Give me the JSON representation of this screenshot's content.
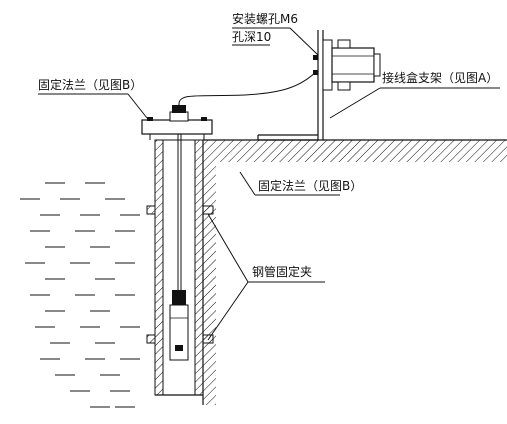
{
  "labels": {
    "mount_hole": "安装螺孔M6",
    "hole_depth": "孔深10",
    "flange_top": "固定法兰（见图B）",
    "junction_bracket": "接线盒支架（见图A）",
    "flange_bottom": "固定法兰（见图B）",
    "pipe_clamp": "钢管固定夹"
  },
  "colors": {
    "line": "#111111",
    "fill_light": "#d8d8d8",
    "background": "#ffffff"
  }
}
